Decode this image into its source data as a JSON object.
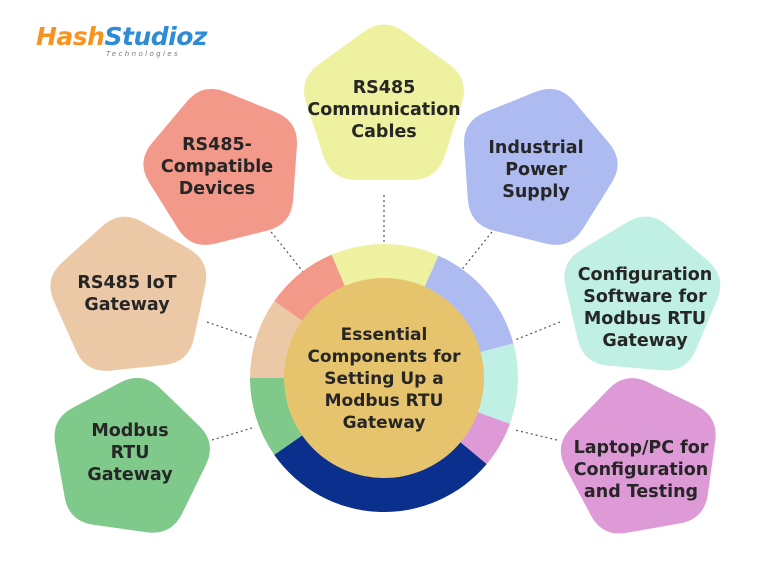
{
  "brand": {
    "name_part1": "Hash",
    "name_part2": "Studioz",
    "tagline": "Technologies"
  },
  "center": {
    "title": "Essential Components for Setting Up a Modbus RTU Gateway"
  },
  "components": [
    {
      "label": "RS485 Communication Cables",
      "color": "#eef2a0"
    },
    {
      "label": "Industrial Power Supply",
      "color": "#aebbf0"
    },
    {
      "label": "Configuration Software for Modbus RTU Gateway",
      "color": "#bff0e3"
    },
    {
      "label": "Laptop/PC for Configuration and Testing",
      "color": "#dd9ad6"
    },
    {
      "label": "Modbus RTU Gateway",
      "color": "#7fc98a"
    },
    {
      "label": "RS485 IoT Gateway",
      "color": "#ecc9a6"
    },
    {
      "label": "RS485-Compatible Devices",
      "color": "#f2998a"
    }
  ],
  "colors": {
    "center_fill": "#e6c46e",
    "ring_bottom": "#0a2f8c",
    "text": "#262626",
    "connector": "#555555"
  }
}
